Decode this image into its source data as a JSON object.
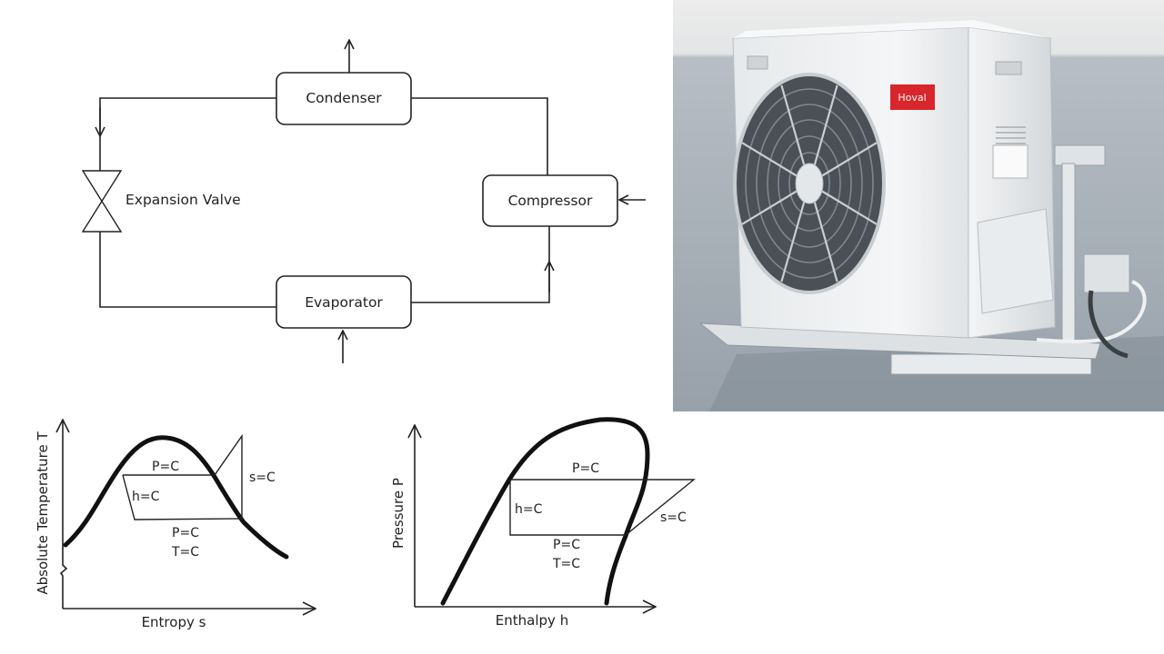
{
  "cycle": {
    "condenser": "Condenser",
    "compressor": "Compressor",
    "evaporator": "Evaporator",
    "expansion_valve": "Expansion Valve"
  },
  "ts_diagram": {
    "ylabel": "Absolute Temperature T",
    "xlabel": "Entropy s",
    "labels": {
      "p_top": "P=C",
      "h": "h=C",
      "s": "s=C",
      "p_bottom": "P=C",
      "t_bottom": "T=C"
    }
  },
  "ph_diagram": {
    "ylabel": "Pressure P",
    "xlabel": "Enthalpy h",
    "labels": {
      "p_top": "P=C",
      "h": "h=C",
      "s": "s=C",
      "p_bottom": "P=C",
      "t_bottom": "T=C"
    }
  },
  "photo": {
    "brand": "Hoval",
    "colors": {
      "wall_top": "#e9eaea",
      "wall_bottom": "#a9b1b9",
      "unit": "#f2f4f5",
      "brand_red": "#d8262c"
    }
  }
}
